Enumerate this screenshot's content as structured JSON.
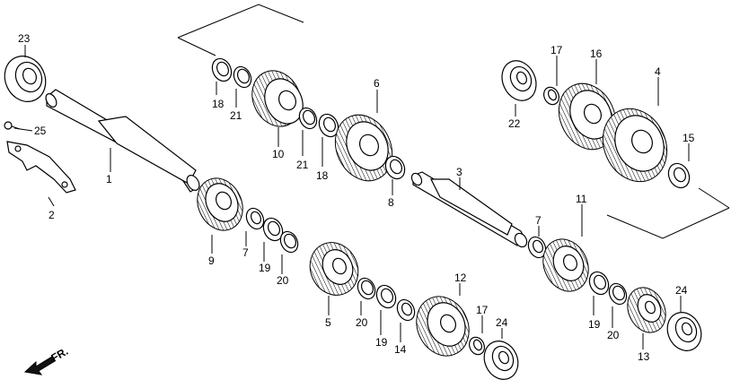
{
  "diagram": {
    "labels": {
      "p1": "1",
      "p2": "2",
      "p3": "3",
      "p4": "4",
      "p5": "5",
      "p6": "6",
      "p7a": "7",
      "p7b": "7",
      "p8": "8",
      "p9": "9",
      "p10": "10",
      "p11": "11",
      "p12": "12",
      "p13": "13",
      "p14": "14",
      "p15": "15",
      "p16": "16",
      "p17a": "17",
      "p17b": "17",
      "p18a": "18",
      "p18b": "18",
      "p19a": "19",
      "p19b": "19",
      "p19c": "19",
      "p20a": "20",
      "p20b": "20",
      "p20c": "20",
      "p21a": "21",
      "p21b": "21",
      "p22": "22",
      "p23": "23",
      "p24a": "24",
      "p24b": "24",
      "p25": "25"
    },
    "direction_label": "FR."
  }
}
